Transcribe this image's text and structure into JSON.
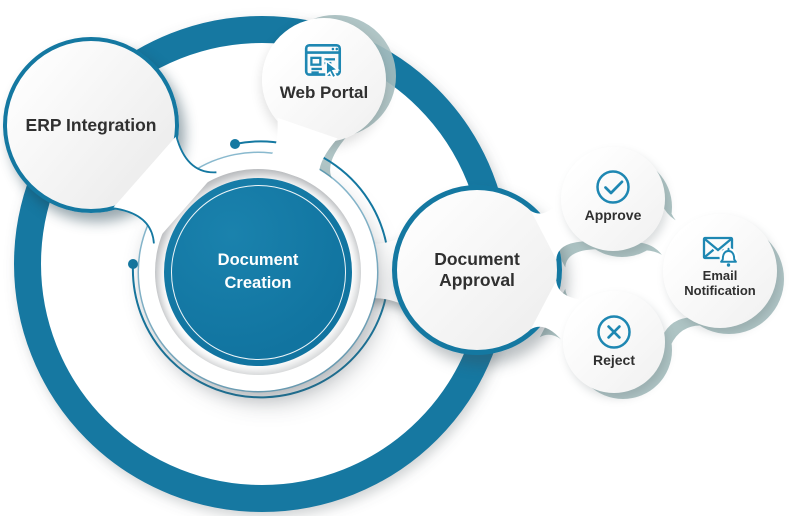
{
  "diagram": {
    "center": {
      "label": "Document Creation",
      "line1": "Document",
      "line2": "Creation"
    },
    "satellites": {
      "erp": {
        "label": "ERP Integration"
      },
      "web_portal": {
        "label": "Web Portal",
        "icon": "browser-cursor-icon"
      },
      "document_approval": {
        "label": "Document Approval",
        "line1": "Document",
        "line2": "Approval"
      },
      "approve": {
        "label": "Approve",
        "icon": "check-circle-icon"
      },
      "reject": {
        "label": "Reject",
        "icon": "x-circle-icon"
      },
      "email_notification": {
        "label": "Email Notification",
        "line1": "Email",
        "line2": "Notification",
        "icon": "envelope-bell-icon"
      }
    },
    "colors": {
      "accent": "#1478a1",
      "icon": "#1e87b2",
      "shadow_sage": "#a8bfc0",
      "text": "#303030",
      "center_text": "#ffffff",
      "background": "#ffffff"
    }
  }
}
